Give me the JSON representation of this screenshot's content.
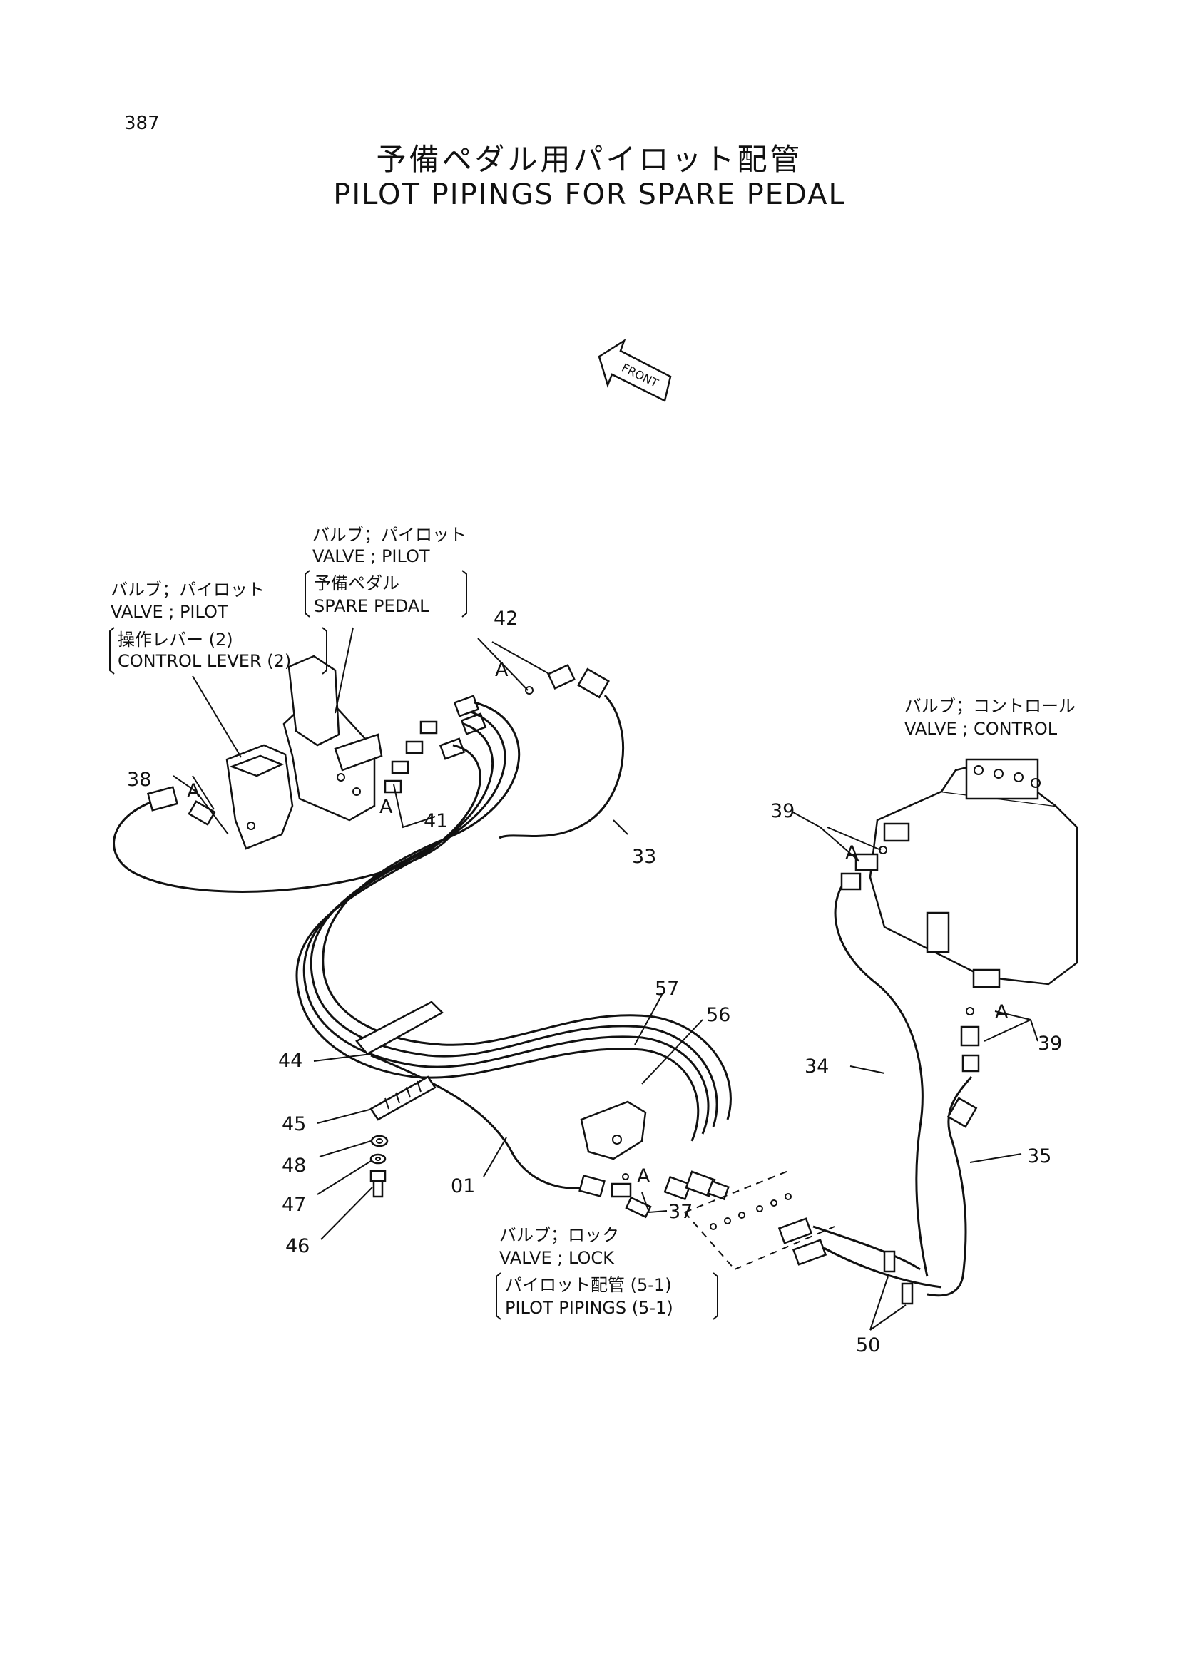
{
  "page_number": "387",
  "title_jp": "予備ペダル用パイロット配管",
  "title_en": "PILOT PIPINGS FOR SPARE PEDAL",
  "front_label": "FRONT",
  "callouts": {
    "valve_pilot_spare": {
      "jp": "バルブ；パイロット",
      "en": "VALVE ; PILOT",
      "sub_jp": "予備ペダル",
      "sub_en": "SPARE PEDAL"
    },
    "valve_pilot_lever": {
      "jp": "バルブ；パイロット",
      "en": "VALVE ; PILOT",
      "sub_jp": "操作レバー (2)",
      "sub_en": "CONTROL LEVER (2)"
    },
    "valve_control": {
      "jp": "バルブ；コントロール",
      "en": "VALVE ; CONTROL"
    },
    "valve_lock": {
      "jp": "バルブ；ロック",
      "en": "VALVE ; LOCK",
      "sub_jp": "パイロット配管 (5-1)",
      "sub_en": "PILOT PIPINGS (5-1)"
    }
  },
  "section_mark": "A",
  "part_numbers": {
    "p42": "42",
    "p38": "38",
    "p41": "41",
    "p33": "33",
    "p39a": "39",
    "p39b": "39",
    "p57": "57",
    "p56": "56",
    "p44": "44",
    "p45": "45",
    "p48": "48",
    "p47": "47",
    "p46": "46",
    "p01": "01",
    "p37": "37",
    "p34": "34",
    "p35": "35",
    "p50": "50"
  }
}
